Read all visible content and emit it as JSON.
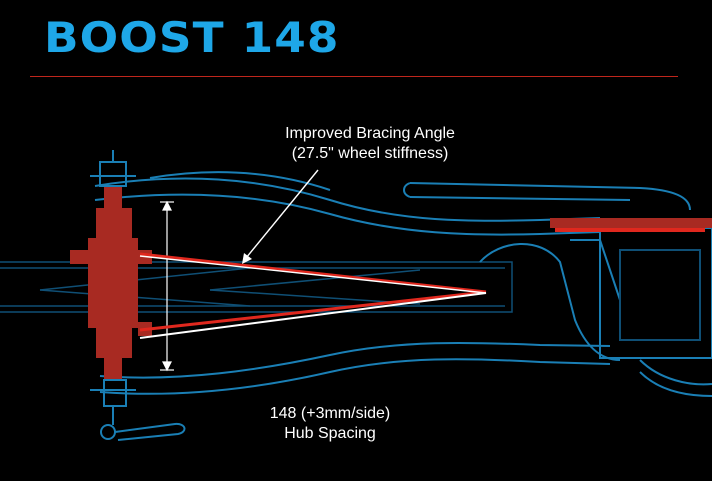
{
  "title": "BOOST 148",
  "annotations": {
    "bracing_line1": "Improved Bracing Angle",
    "bracing_line2": "(27.5\" wheel stiffness)",
    "hub_line1": "148 (+3mm/side)",
    "hub_line2": "Hub Spacing"
  },
  "colors": {
    "background": "#000000",
    "title": "#1ea7e8",
    "frame_outline": "#1a7fb5",
    "hub": "#a82a22",
    "bracing_red": "#e0281e",
    "bracing_white": "#ffffff",
    "rule": "#c0261c"
  },
  "icons": [
    "arrow-pointer-icon",
    "quick-release-lever-icon"
  ]
}
